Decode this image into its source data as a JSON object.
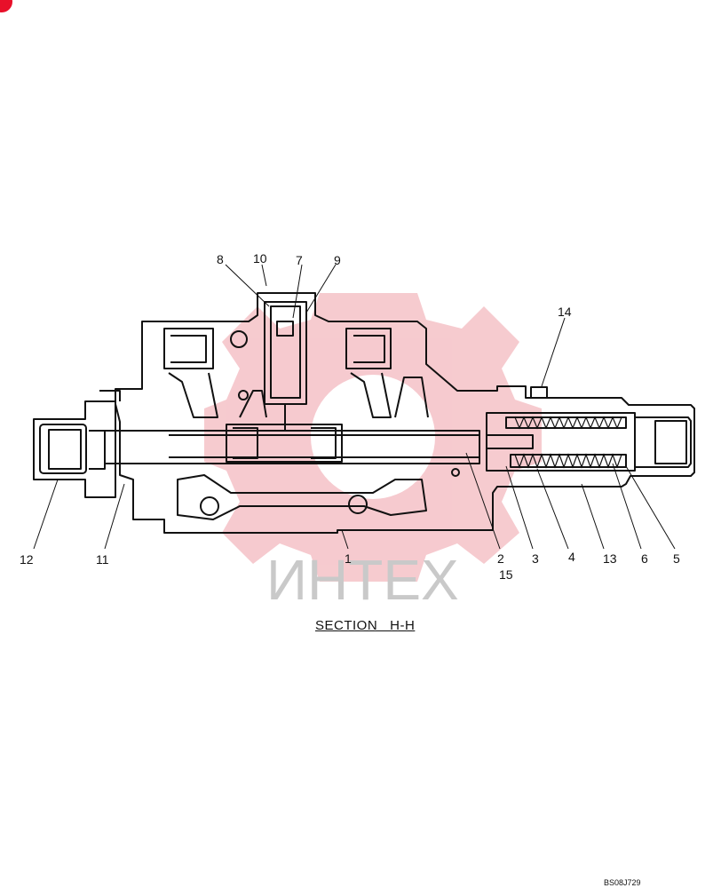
{
  "caption": "SECTION   H-H",
  "drawing_code": "BS08J729",
  "watermark_text": "ИНТЕХ",
  "watermark_color": "#e8102a",
  "line_color": "#111111",
  "labels": {
    "p1": "1",
    "p2": "2",
    "p3": "3",
    "p4": "4",
    "p5": "5",
    "p6": "6",
    "p7": "7",
    "p8": "8",
    "p9": "9",
    "p10": "10",
    "p11": "11",
    "p12": "12",
    "p13": "13",
    "p14": "14",
    "p15": "15"
  }
}
